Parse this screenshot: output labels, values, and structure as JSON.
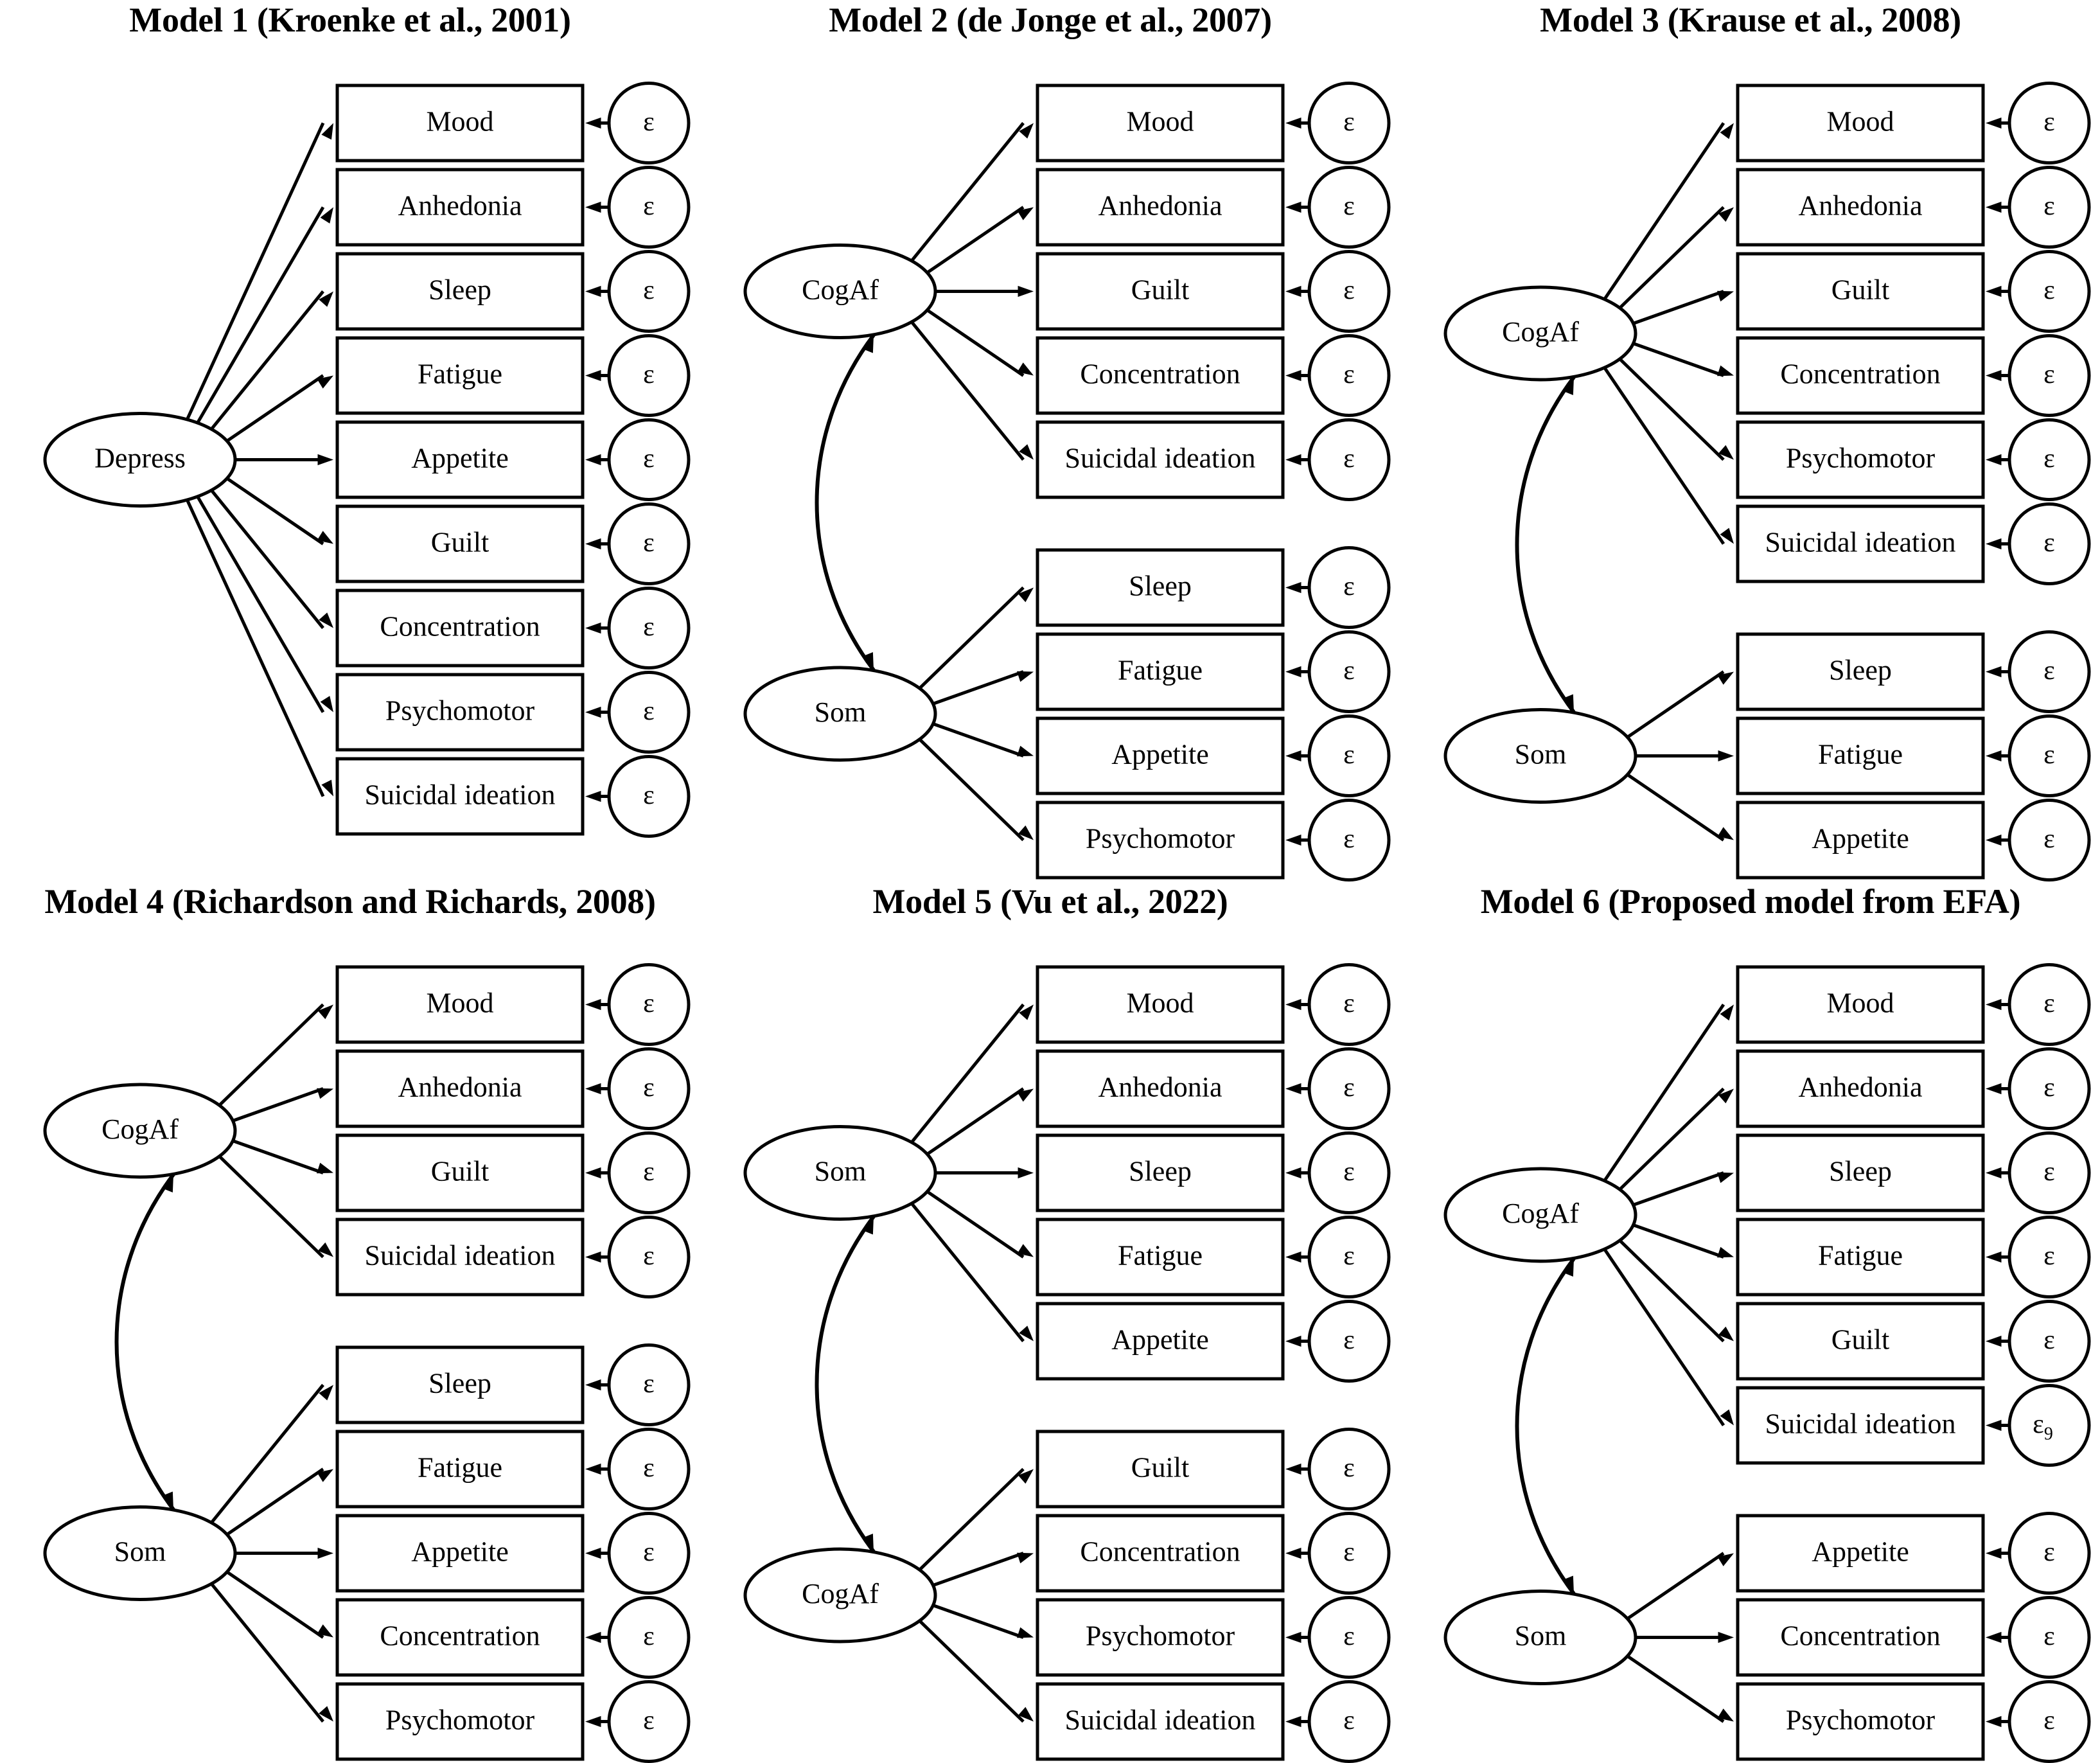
{
  "figure": {
    "background": "#ffffff",
    "stroke_color": "#000000",
    "error_symbol": "ε",
    "panel_columns": 3,
    "panel_rows": 2
  },
  "panels": [
    {
      "id": "model-1",
      "title": "Model 1 (Kroenke et al., 2001)",
      "layout": "single-factor",
      "factors": [
        {
          "name": "Depress",
          "indicators": [
            {
              "label": "Mood",
              "error": "ε"
            },
            {
              "label": "Anhedonia",
              "error": "ε"
            },
            {
              "label": "Sleep",
              "error": "ε"
            },
            {
              "label": "Fatigue",
              "error": "ε"
            },
            {
              "label": "Appetite",
              "error": "ε"
            },
            {
              "label": "Guilt",
              "error": "ε"
            },
            {
              "label": "Concentration",
              "error": "ε"
            },
            {
              "label": "Psychomotor",
              "error": "ε"
            },
            {
              "label": "Suicidal ideation",
              "error": "ε"
            }
          ]
        }
      ],
      "covariance": false
    },
    {
      "id": "model-2",
      "title": "Model 2 (de Jonge et al., 2007)",
      "layout": "two-factor",
      "factors": [
        {
          "name": "CogAf",
          "indicators": [
            {
              "label": "Mood",
              "error": "ε"
            },
            {
              "label": "Anhedonia",
              "error": "ε"
            },
            {
              "label": "Guilt",
              "error": "ε"
            },
            {
              "label": "Concentration",
              "error": "ε"
            },
            {
              "label": "Suicidal ideation",
              "error": "ε"
            }
          ]
        },
        {
          "name": "Som",
          "indicators": [
            {
              "label": "Sleep",
              "error": "ε"
            },
            {
              "label": "Fatigue",
              "error": "ε"
            },
            {
              "label": "Appetite",
              "error": "ε"
            },
            {
              "label": "Psychomotor",
              "error": "ε"
            }
          ]
        }
      ],
      "covariance": true
    },
    {
      "id": "model-3",
      "title": "Model 3 (Krause et al., 2008)",
      "layout": "two-factor",
      "factors": [
        {
          "name": "CogAf",
          "indicators": [
            {
              "label": "Mood",
              "error": "ε"
            },
            {
              "label": "Anhedonia",
              "error": "ε"
            },
            {
              "label": "Guilt",
              "error": "ε"
            },
            {
              "label": "Concentration",
              "error": "ε"
            },
            {
              "label": "Psychomotor",
              "error": "ε"
            },
            {
              "label": "Suicidal ideation",
              "error": "ε"
            }
          ]
        },
        {
          "name": "Som",
          "indicators": [
            {
              "label": "Sleep",
              "error": "ε"
            },
            {
              "label": "Fatigue",
              "error": "ε"
            },
            {
              "label": "Appetite",
              "error": "ε"
            }
          ]
        }
      ],
      "covariance": true
    },
    {
      "id": "model-4",
      "title": "Model 4 (Richardson and Richards, 2008)",
      "layout": "two-factor",
      "factors": [
        {
          "name": "CogAf",
          "indicators": [
            {
              "label": "Mood",
              "error": "ε"
            },
            {
              "label": "Anhedonia",
              "error": "ε"
            },
            {
              "label": "Guilt",
              "error": "ε"
            },
            {
              "label": "Suicidal ideation",
              "error": "ε"
            }
          ]
        },
        {
          "name": "Som",
          "indicators": [
            {
              "label": "Sleep",
              "error": "ε"
            },
            {
              "label": "Fatigue",
              "error": "ε"
            },
            {
              "label": "Appetite",
              "error": "ε"
            },
            {
              "label": "Concentration",
              "error": "ε"
            },
            {
              "label": "Psychomotor",
              "error": "ε"
            }
          ]
        }
      ],
      "covariance": true
    },
    {
      "id": "model-5",
      "title": "Model 5 (Vu et al., 2022)",
      "layout": "two-factor",
      "factors": [
        {
          "name": "Som",
          "indicators": [
            {
              "label": "Mood",
              "error": "ε"
            },
            {
              "label": "Anhedonia",
              "error": "ε"
            },
            {
              "label": "Sleep",
              "error": "ε"
            },
            {
              "label": "Fatigue",
              "error": "ε"
            },
            {
              "label": "Appetite",
              "error": "ε"
            }
          ]
        },
        {
          "name": "CogAf",
          "indicators": [
            {
              "label": "Guilt",
              "error": "ε"
            },
            {
              "label": "Concentration",
              "error": "ε"
            },
            {
              "label": "Psychomotor",
              "error": "ε"
            },
            {
              "label": "Suicidal ideation",
              "error": "ε"
            }
          ]
        }
      ],
      "covariance": true
    },
    {
      "id": "model-6",
      "title": "Model 6 (Proposed model from EFA)",
      "layout": "two-factor",
      "factors": [
        {
          "name": "CogAf",
          "indicators": [
            {
              "label": "Mood",
              "error": "ε"
            },
            {
              "label": "Anhedonia",
              "error": "ε"
            },
            {
              "label": "Sleep",
              "error": "ε"
            },
            {
              "label": "Fatigue",
              "error": "ε"
            },
            {
              "label": "Guilt",
              "error": "ε"
            },
            {
              "label": "Suicidal ideation",
              "error": "ε",
              "error_subscript": "9"
            }
          ]
        },
        {
          "name": "Som",
          "indicators": [
            {
              "label": "Appetite",
              "error": "ε"
            },
            {
              "label": "Concentration",
              "error": "ε"
            },
            {
              "label": "Psychomotor",
              "error": "ε"
            }
          ]
        }
      ],
      "covariance": true
    }
  ]
}
